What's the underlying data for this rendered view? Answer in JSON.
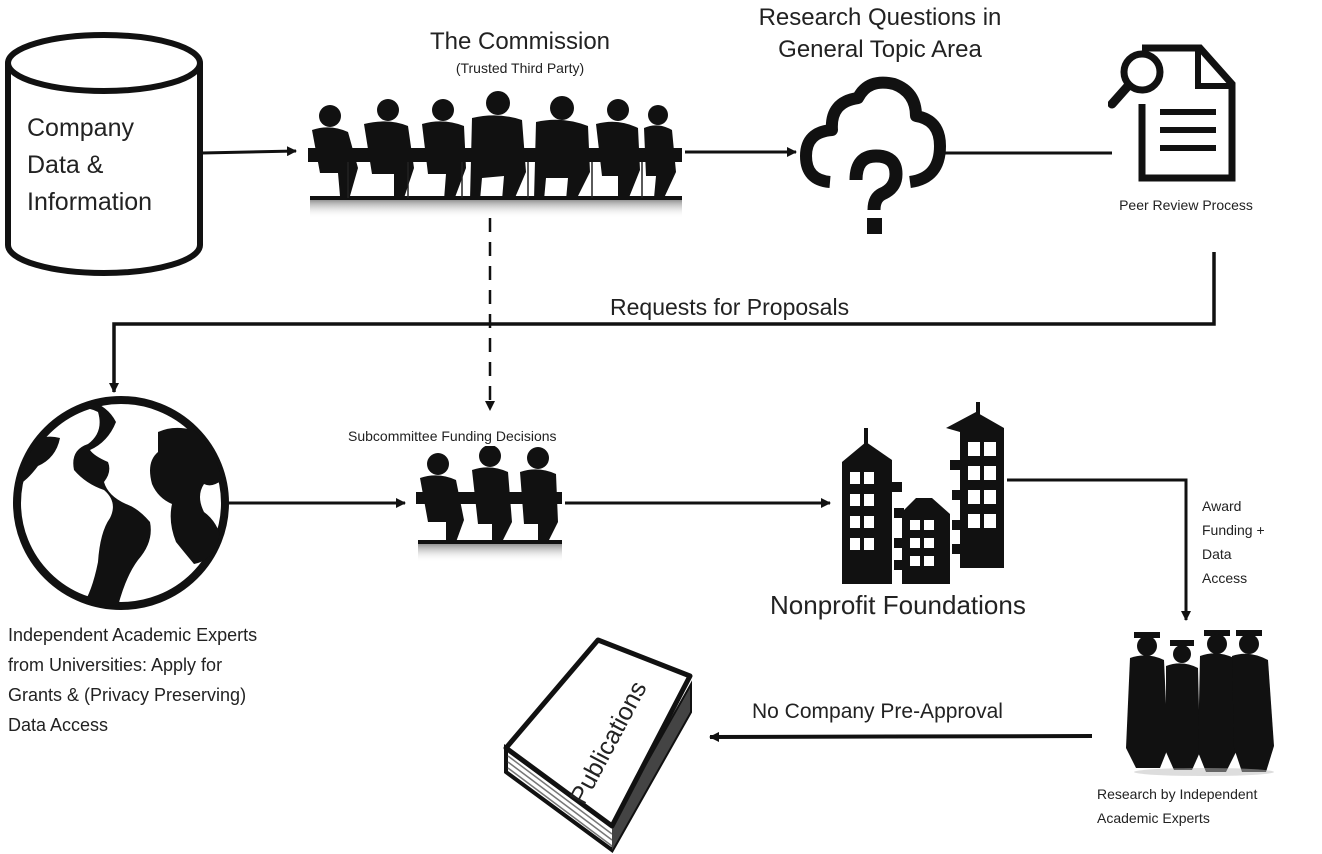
{
  "nodes": {
    "company_data": {
      "label_lines": [
        "Company",
        "Data &",
        "Information"
      ]
    },
    "commission": {
      "title": "The Commission",
      "subtitle": "(Trusted Third Party)"
    },
    "research_questions": {
      "label_lines": [
        "Research Questions in",
        "General Topic Area"
      ]
    },
    "peer_review": {
      "label": "Peer Review Process"
    },
    "academic_experts": {
      "label_lines": [
        "Independent Academic Experts",
        "from Universities: Apply for",
        "Grants & (Privacy Preserving)",
        "Data Access"
      ]
    },
    "subcommittee": {
      "label": "Subcommittee Funding Decisions"
    },
    "foundations": {
      "label": "Nonprofit Foundations"
    },
    "independent_research": {
      "label_lines": [
        "Research by Independent",
        "Academic Experts"
      ]
    },
    "publications": {
      "label": "Publications"
    }
  },
  "edges": {
    "requests_for_proposals": "Requests for Proposals",
    "award_funding": [
      "Award",
      "Funding +",
      "Data",
      "Access"
    ],
    "no_preapproval": "No Company Pre-Approval"
  },
  "icons": {
    "database": "database-cylinder-icon",
    "meeting": "meeting-silhouette-icon",
    "cloud_question": "cloud-question-icon",
    "document_search": "document-magnifier-icon",
    "globe": "globe-icon",
    "buildings": "buildings-icon",
    "graduates": "graduates-silhouette-icon",
    "book": "book-icon"
  },
  "colors": {
    "ink": "#111111",
    "text": "#222222",
    "background": "#ffffff"
  }
}
